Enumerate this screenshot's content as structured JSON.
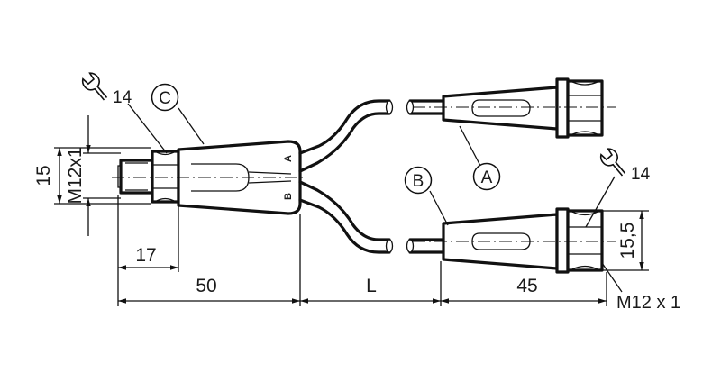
{
  "dimensions": {
    "wrench_size_left": "14",
    "wrench_size_right": "14",
    "height_left": "15",
    "thread_left": "M12x1",
    "length_17": "17",
    "length_50": "50",
    "length_l": "L",
    "length_45": "45",
    "height_right": "15,5",
    "thread_right": "M12 x 1"
  },
  "callouts": {
    "a": "A",
    "b": "B",
    "c": "C"
  },
  "splitter_marks": {
    "a": "A",
    "b": "B"
  },
  "icons": {
    "wrench": "wrench-icon"
  }
}
